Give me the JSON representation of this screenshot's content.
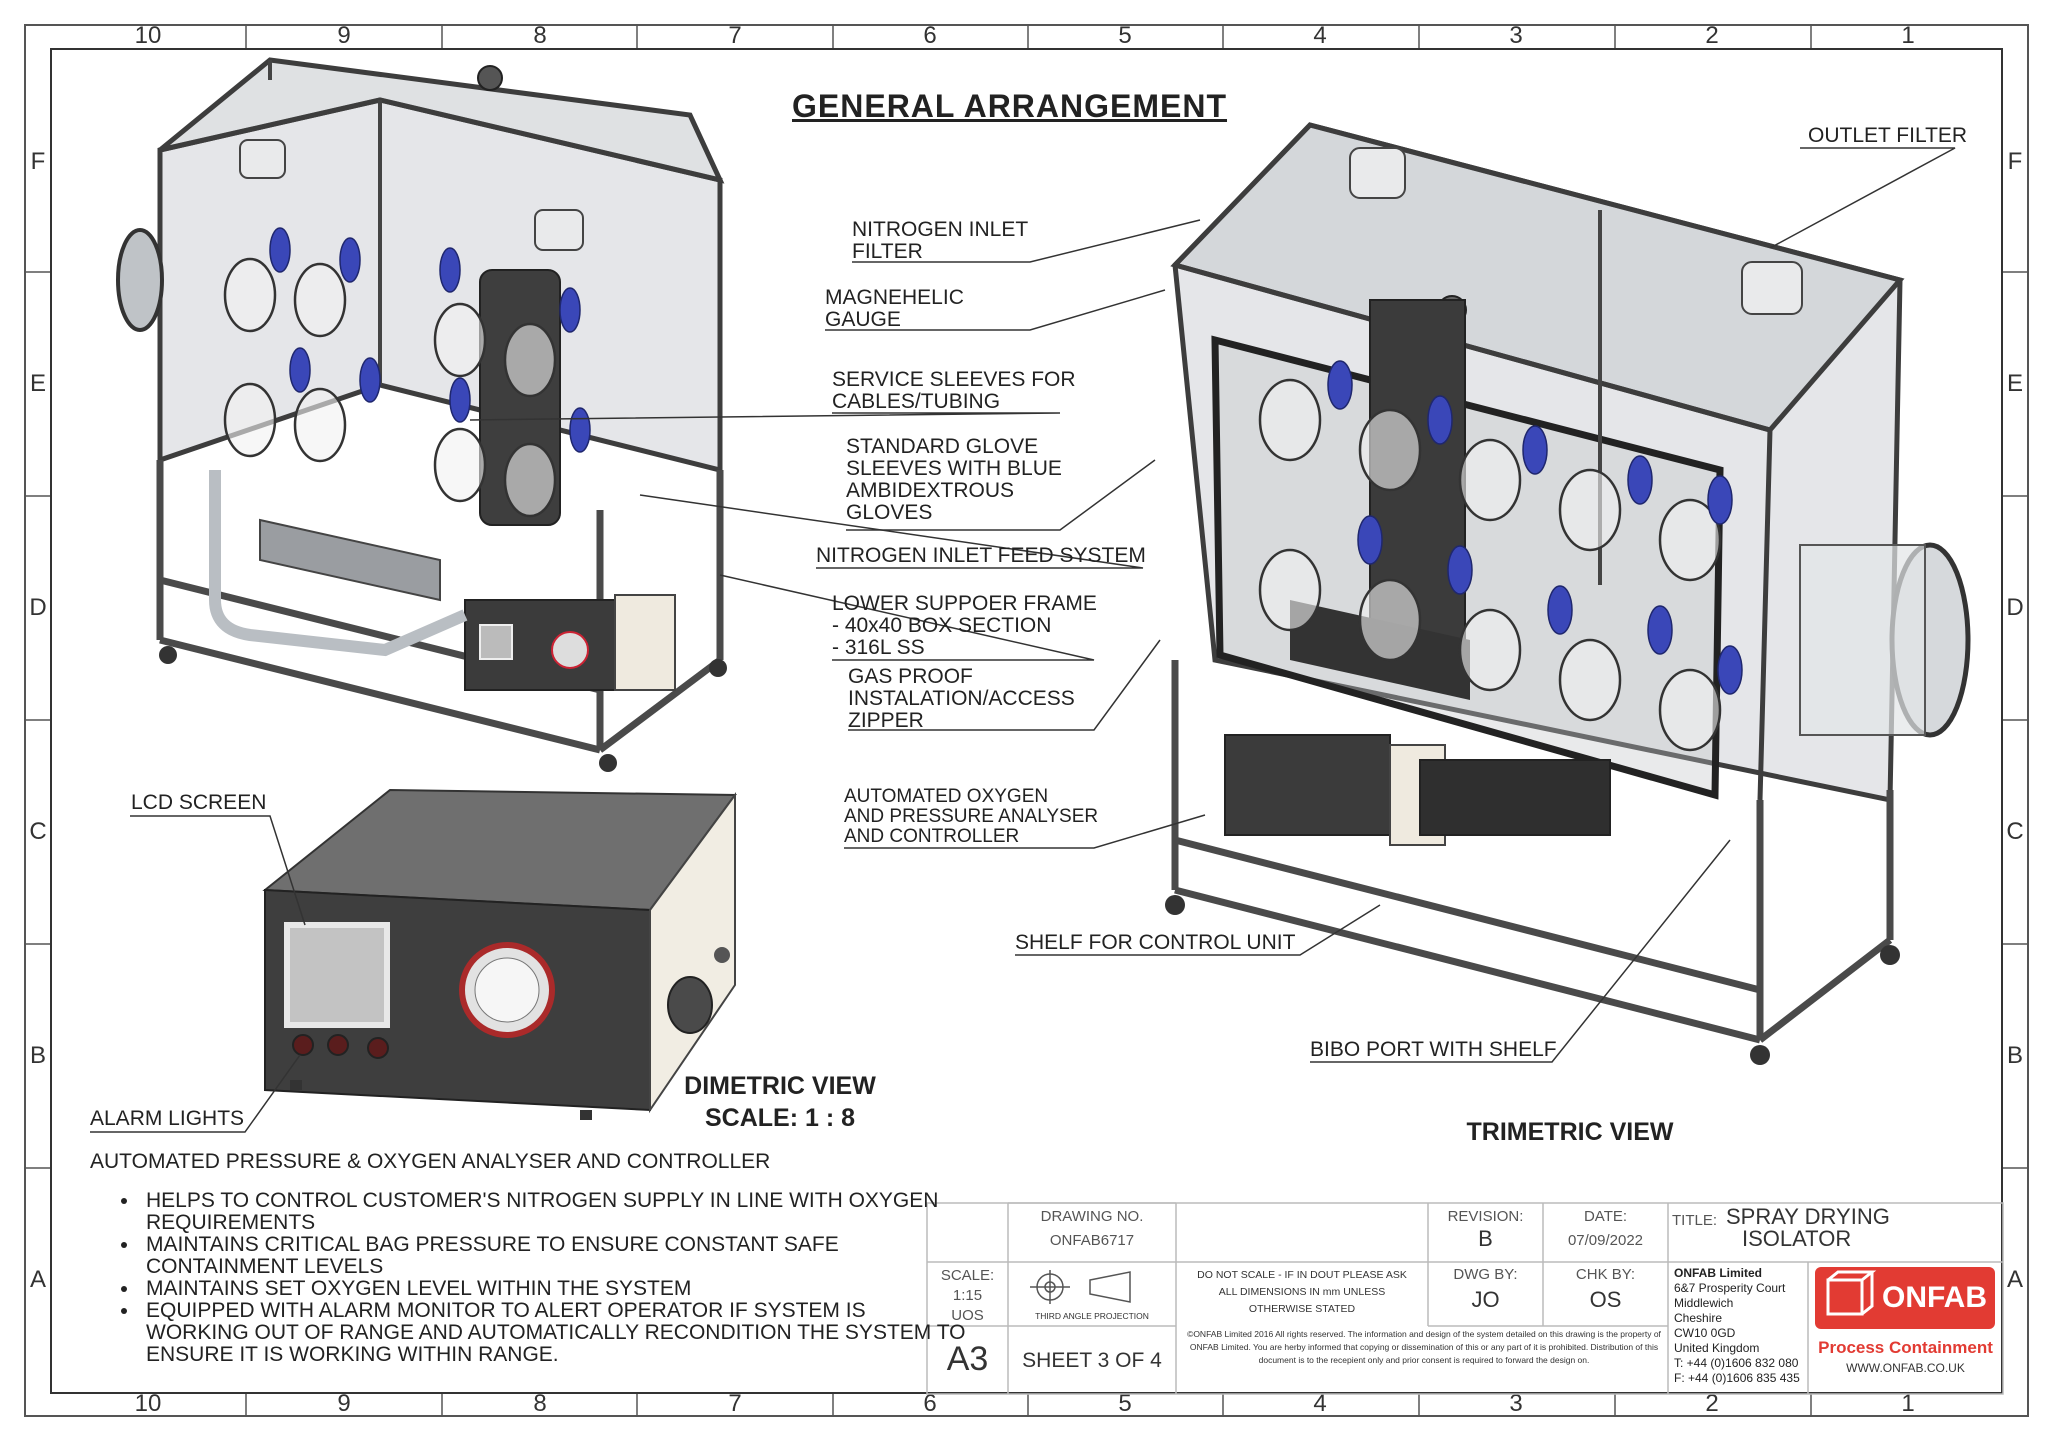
{
  "title": "GENERAL ARRANGEMENT",
  "zones": {
    "columns": [
      "10",
      "9",
      "8",
      "7",
      "6",
      "5",
      "4",
      "3",
      "2",
      "1"
    ],
    "rows": [
      "F",
      "E",
      "D",
      "C",
      "B",
      "A"
    ]
  },
  "callouts": {
    "nitrogen_inlet_filter": "NITROGEN INLET\nFILTER",
    "magnehelic_gauge": "MAGNEHELIC\nGAUGE",
    "service_sleeves": "SERVICE SLEEVES FOR\nCABLES/TUBING",
    "glove_sleeves": "STANDARD GLOVE\nSLEEVES WITH BLUE\nAMBIDEXTROUS\nGLOVES",
    "nitrogen_feed": "NITROGEN INLET FEED SYSTEM",
    "lower_frame": "LOWER SUPPOER FRAME\n- 40x40 BOX SECTION\n- 316L SS",
    "gas_proof": "GAS PROOF\nINSTALATION/ACCESS\nZIPPER",
    "analyser": "AUTOMATED OXYGEN\nAND PRESSURE ANALYSER\nAND CONTROLLER",
    "outlet_filter": "OUTLET FILTER",
    "shelf_control": "SHELF FOR CONTROL UNIT",
    "bibo_port": "BIBO PORT WITH SHELF",
    "lcd_screen": "LCD SCREEN",
    "alarm_lights": "ALARM LIGHTS"
  },
  "views": {
    "dimetric": "DIMETRIC VIEW",
    "dimetric_scale": "SCALE: 1 : 8",
    "trimetric": "TRIMETRIC VIEW"
  },
  "controller": {
    "heading": "AUTOMATED PRESSURE & OXYGEN ANALYSER AND CONTROLLER",
    "bullets": [
      "HELPS TO CONTROL CUSTOMER'S NITROGEN SUPPLY IN LINE WITH OXYGEN REQUIREMENTS",
      "MAINTAINS CRITICAL BAG PRESSURE TO ENSURE CONSTANT SAFE CONTAINMENT LEVELS",
      "MAINTAINS SET OXYGEN LEVEL WITHIN THE SYSTEM",
      "EQUIPPED WITH ALARM MONITOR TO ALERT OPERATOR IF SYSTEM IS WORKING OUT OF RANGE AND AUTOMATICALLY RECONDITION THE SYSTEM TO ENSURE IT IS WORKING WITHIN RANGE."
    ]
  },
  "title_block": {
    "drawing_no_label": "DRAWING NO.",
    "drawing_no": "ONFAB6717",
    "revision_label": "REVISION:",
    "revision": "B",
    "date_label": "DATE:",
    "date": "07/09/2022",
    "title_label": "TITLE:",
    "title_line1": "SPRAY DRYING",
    "title_line2": "ISOLATOR",
    "scale_label": "SCALE:",
    "scale": "1:15",
    "units": "UOS",
    "projection": "THIRD ANGLE PROJECTION",
    "note_line1": "DO NOT SCALE - IF IN DOUT PLEASE ASK",
    "note_line2": "ALL DIMENSIONS IN mm UNLESS",
    "note_line3": "OTHERWISE STATED",
    "dwg_by_label": "DWG BY:",
    "dwg_by": "JO",
    "chk_by_label": "CHK BY:",
    "chk_by": "OS",
    "paper": "A3",
    "sheet": "SHEET 3 OF 4",
    "copyright": "©ONFAB Limited 2016 All rights reserved. The information and design of the system detailed on this drawing is the property of ONFAB Limited. You are herby informed that copying or dissemination of this or any part of it is prohibited. Distribution of this document is to the recepient only and prior consent is required to forward the design on.",
    "company": "ONFAB Limited",
    "address": "6&7 Prosperity Court\nMiddlewich\nCheshire\nCW10 0GD\nUnited Kingdom\nT: +44 (0)1606 832 080\nF: +44 (0)1606 835 435",
    "logo_text": "ONFAB",
    "tagline": "Process Containment",
    "website": "WWW.ONFAB.CO.UK"
  },
  "colors": {
    "glove_blue": "#3a47b8",
    "onfab_red": "#e23b33",
    "frame": "#4a4a4a"
  }
}
